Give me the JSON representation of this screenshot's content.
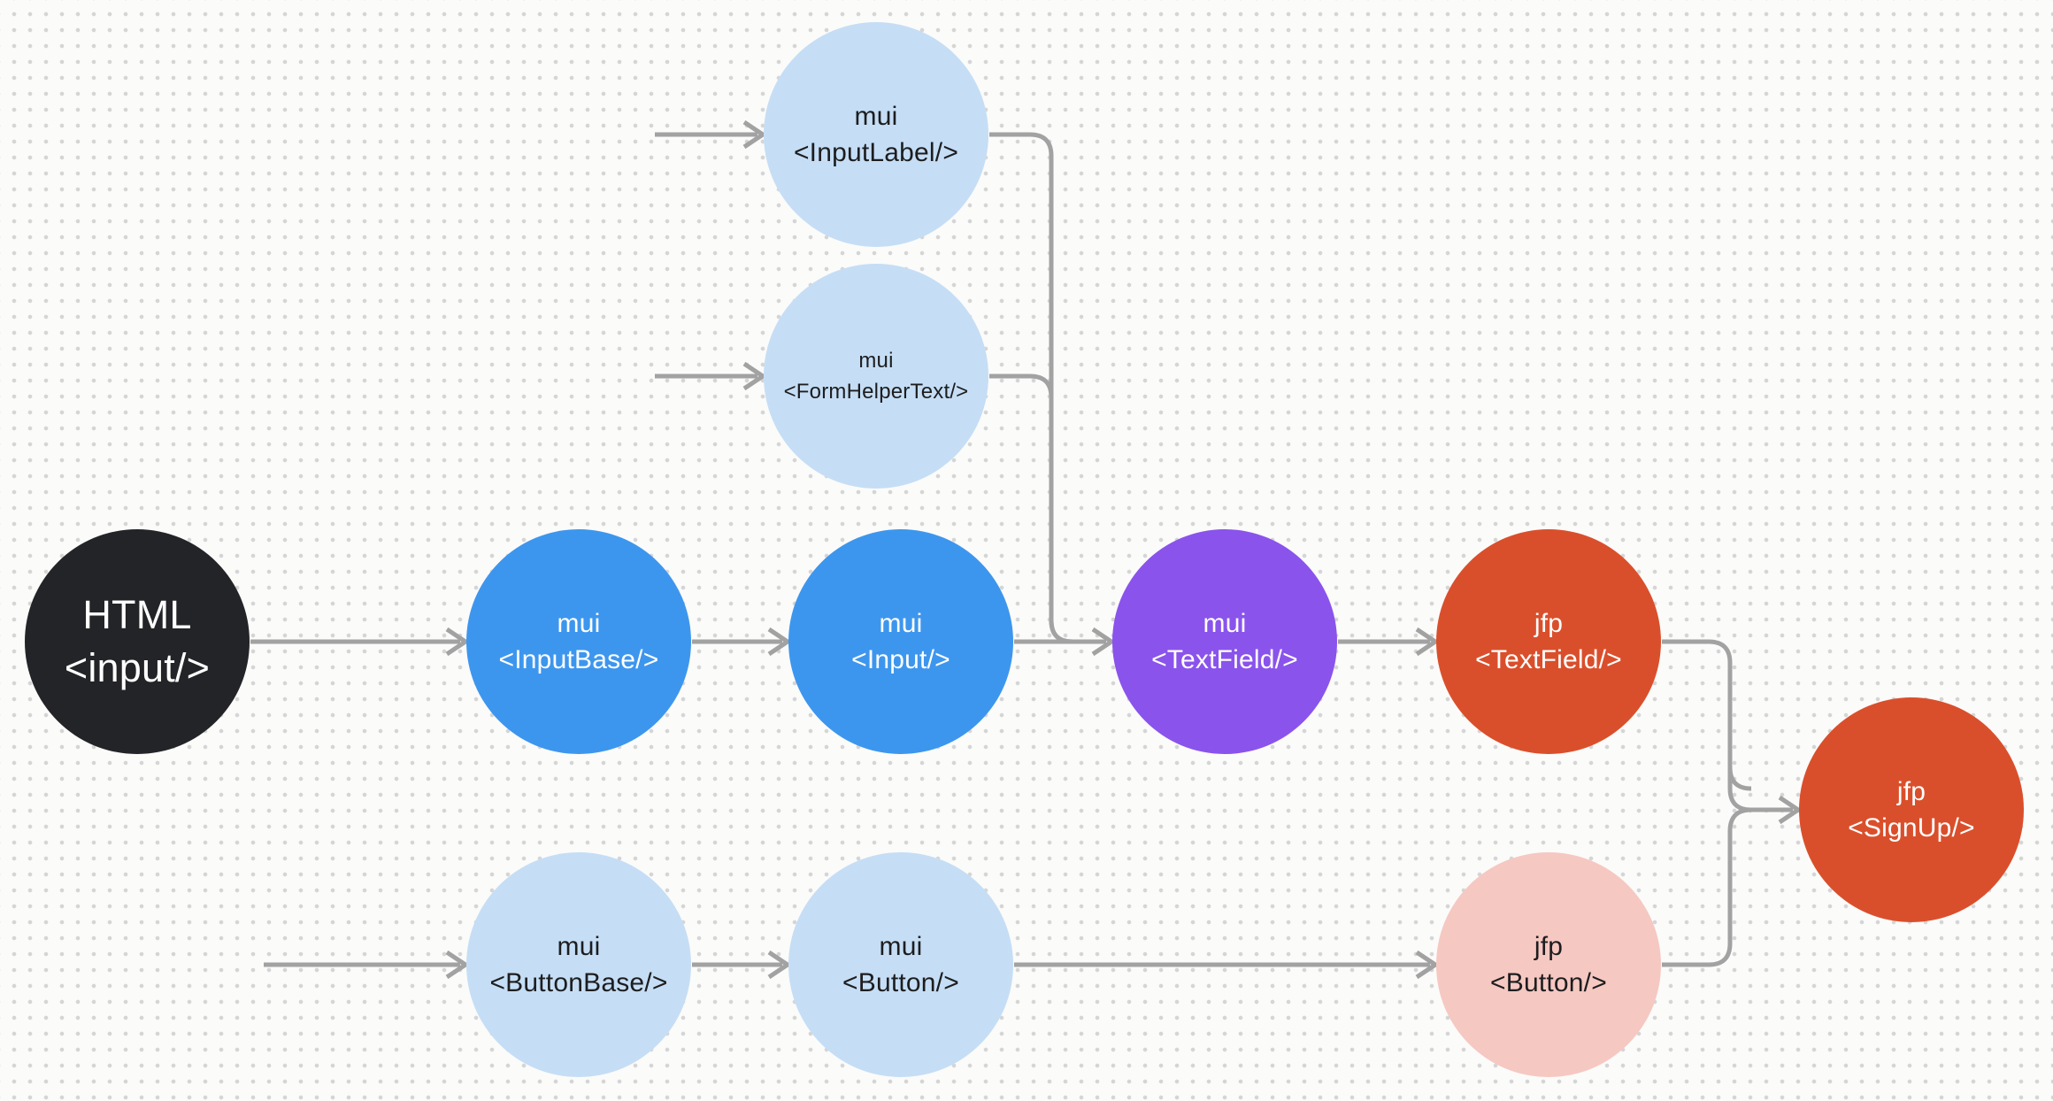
{
  "diagram": {
    "background_color": "#fbfbfa",
    "dot_color": "#d5d5d5",
    "edge_color": "#a2a2a2",
    "nodes": {
      "html_input": {
        "line1": "HTML",
        "line2": "<input/>",
        "color": "#232427",
        "text_color": "#ffffff"
      },
      "mui_inputlabel": {
        "line1": "mui",
        "line2": "<InputLabel/>",
        "color": "#c5def5",
        "text_color": "#1d1d1f"
      },
      "mui_formhelpertext": {
        "line1": "mui",
        "line2": "<FormHelperText/>",
        "color": "#c5def5",
        "text_color": "#1d1d1f"
      },
      "mui_inputbase": {
        "line1": "mui",
        "line2": "<InputBase/>",
        "color": "#3d96ee",
        "text_color": "#ffffff"
      },
      "mui_input": {
        "line1": "mui",
        "line2": "<Input/>",
        "color": "#3d96ee",
        "text_color": "#ffffff"
      },
      "mui_textfield": {
        "line1": "mui",
        "line2": "<TextField/>",
        "color": "#8a53ec",
        "text_color": "#ffffff"
      },
      "jfp_textfield": {
        "line1": "jfp",
        "line2": "<TextField/>",
        "color": "#da4f2b",
        "text_color": "#ffffff"
      },
      "jfp_signup": {
        "line1": "jfp",
        "line2": "<SignUp/>",
        "color": "#da4f2b",
        "text_color": "#ffffff"
      },
      "mui_buttonbase": {
        "line1": "mui",
        "line2": "<ButtonBase/>",
        "color": "#c5def5",
        "text_color": "#1d1d1f"
      },
      "mui_button": {
        "line1": "mui",
        "line2": "<Button/>",
        "color": "#c5def5",
        "text_color": "#1d1d1f"
      },
      "jfp_button": {
        "line1": "jfp",
        "line2": "<Button/>",
        "color": "#f6c8c2",
        "text_color": "#1d1d1f"
      }
    },
    "edges": [
      {
        "from": "external",
        "to": "mui_inputlabel"
      },
      {
        "from": "external",
        "to": "mui_formhelpertext"
      },
      {
        "from": "external",
        "to": "mui_buttonbase"
      },
      {
        "from": "html_input",
        "to": "mui_inputbase"
      },
      {
        "from": "mui_inputbase",
        "to": "mui_input"
      },
      {
        "from": "mui_input",
        "to": "mui_textfield"
      },
      {
        "from": "mui_inputlabel",
        "to": "mui_textfield"
      },
      {
        "from": "mui_formhelpertext",
        "to": "mui_textfield"
      },
      {
        "from": "mui_textfield",
        "to": "jfp_textfield"
      },
      {
        "from": "jfp_textfield",
        "to": "jfp_signup"
      },
      {
        "from": "mui_buttonbase",
        "to": "mui_button"
      },
      {
        "from": "mui_button",
        "to": "jfp_button"
      },
      {
        "from": "jfp_button",
        "to": "jfp_signup"
      }
    ]
  }
}
